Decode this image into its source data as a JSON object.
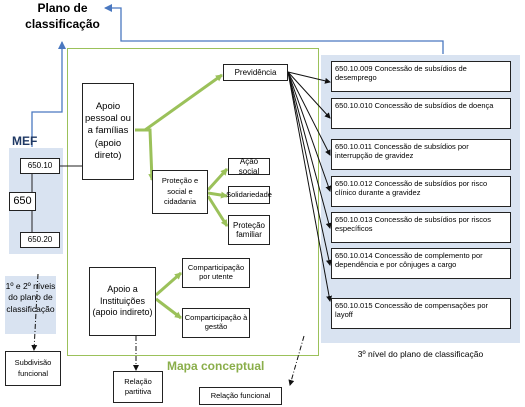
{
  "title": "Plano de classificação",
  "mef": {
    "label": "MEF",
    "code_top": "650.10",
    "code_mid": "650",
    "code_bottom": "650.20",
    "levels_caption": "1º e 2º níveis do plano de classificação"
  },
  "concept_map": {
    "label": "Mapa conceptual",
    "apoio_pessoal": "Apoio pessoal ou a famílias (apoio direto)",
    "previdencia": "Previdência",
    "protecao": "Proteção e social e cidadania",
    "acao_social": "Ação social",
    "solidariedade": "Solidariedade",
    "protecao_familiar": "Proteção familiar",
    "apoio_instituicoes": "Apoio a Instituições (apoio indireto)",
    "comp_utente": "Comparticipação por utente",
    "comp_gestao": "Comparticipação à gestão"
  },
  "third_level": {
    "caption": "3º nível do plano de classificação",
    "items": [
      {
        "code": "650.10.009",
        "text": "Concessão de subsídios de desemprego"
      },
      {
        "code": "650.10.010",
        "text": "Concessão de subsídios de doença"
      },
      {
        "code": "650.10.011",
        "text": "Concessão de subsídios por interrupção de gravidez"
      },
      {
        "code": "650.10.012",
        "text": "Concessão de subsídios por risco clínico durante a gravidez"
      },
      {
        "code": "650.10.013",
        "text": "Concessão de subsídios  por riscos específicos"
      },
      {
        "code": "650.10.014",
        "text": "Concessão de complemento por  dependência  e por cônjuges a cargo"
      },
      {
        "code": "650.10.015",
        "text": "Concessão de compensações por layoff"
      }
    ]
  },
  "legend": {
    "subdivisao": "Subdivisão funcional",
    "partitiva": "Relação partitiva",
    "funcional": "Relação  funcional"
  },
  "colors": {
    "green": "#9bc15a",
    "blue_arrow": "#4a78c0",
    "panel_blue": "#d9e3f1"
  }
}
